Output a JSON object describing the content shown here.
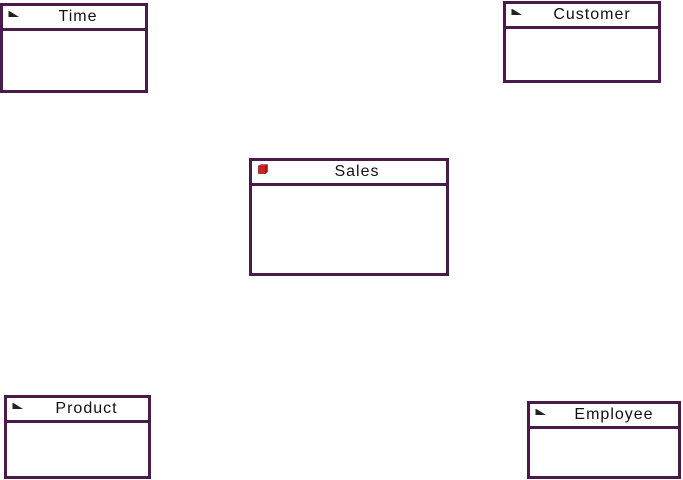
{
  "diagram": {
    "entities": [
      {
        "id": "time",
        "title": "Time",
        "kind": "dimension",
        "icon": "dimension-flag-icon"
      },
      {
        "id": "customer",
        "title": "Customer",
        "kind": "dimension",
        "icon": "dimension-flag-icon"
      },
      {
        "id": "sales",
        "title": "Sales",
        "kind": "fact",
        "icon": "fact-cube-icon"
      },
      {
        "id": "product",
        "title": "Product",
        "kind": "dimension",
        "icon": "dimension-flag-icon"
      },
      {
        "id": "employee",
        "title": "Employee",
        "kind": "dimension",
        "icon": "dimension-flag-icon"
      }
    ]
  },
  "colors": {
    "border": "#4a1a4a",
    "fact_icon": "#d42020",
    "dimension_icon": "#222222",
    "background": "#ffffff"
  }
}
